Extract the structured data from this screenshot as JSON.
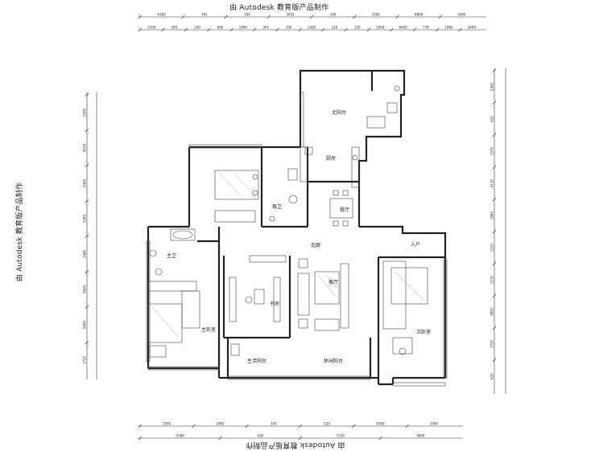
{
  "watermark": "由 Autodesk 教育版产品制作",
  "rooms": {
    "north_balcony": "北阳台",
    "kitchen": "厨房",
    "guest_bath": "客卫",
    "dining": "餐厅",
    "corridor": "走廊",
    "entrance": "入户",
    "master_bath": "主卫",
    "living": "客厅",
    "study": "书房",
    "master_bed": "主卧室",
    "second_bed": "次卧室",
    "utility_balcony": "生活阳台",
    "leisure_balcony": "休闲阳台"
  },
  "dims_top_1": [
    "6100",
    "395",
    "190",
    "3055",
    "100",
    "2595",
    "6800",
    "2400"
  ],
  "dims_top_2": [
    "2100",
    "395",
    "190",
    "600",
    "1900",
    "395",
    "190",
    "1000",
    "120",
    "120",
    "1900",
    "6600",
    "770",
    "1960",
    "2400"
  ],
  "dims_bottom_1": [
    "3595",
    "2460",
    "100",
    "120",
    "6500",
    "1900"
  ],
  "dims_bottom_2": [
    "3580",
    "100",
    "7230",
    "3600"
  ],
  "dims_left": [
    "2500",
    "4100",
    "2400",
    "1285",
    "1460",
    "3600",
    "5600",
    "1720"
  ],
  "dims_right": [
    "2400",
    "920",
    "1570",
    "4135",
    "1900",
    "1220",
    "1120",
    "3825",
    "1720",
    "620"
  ]
}
